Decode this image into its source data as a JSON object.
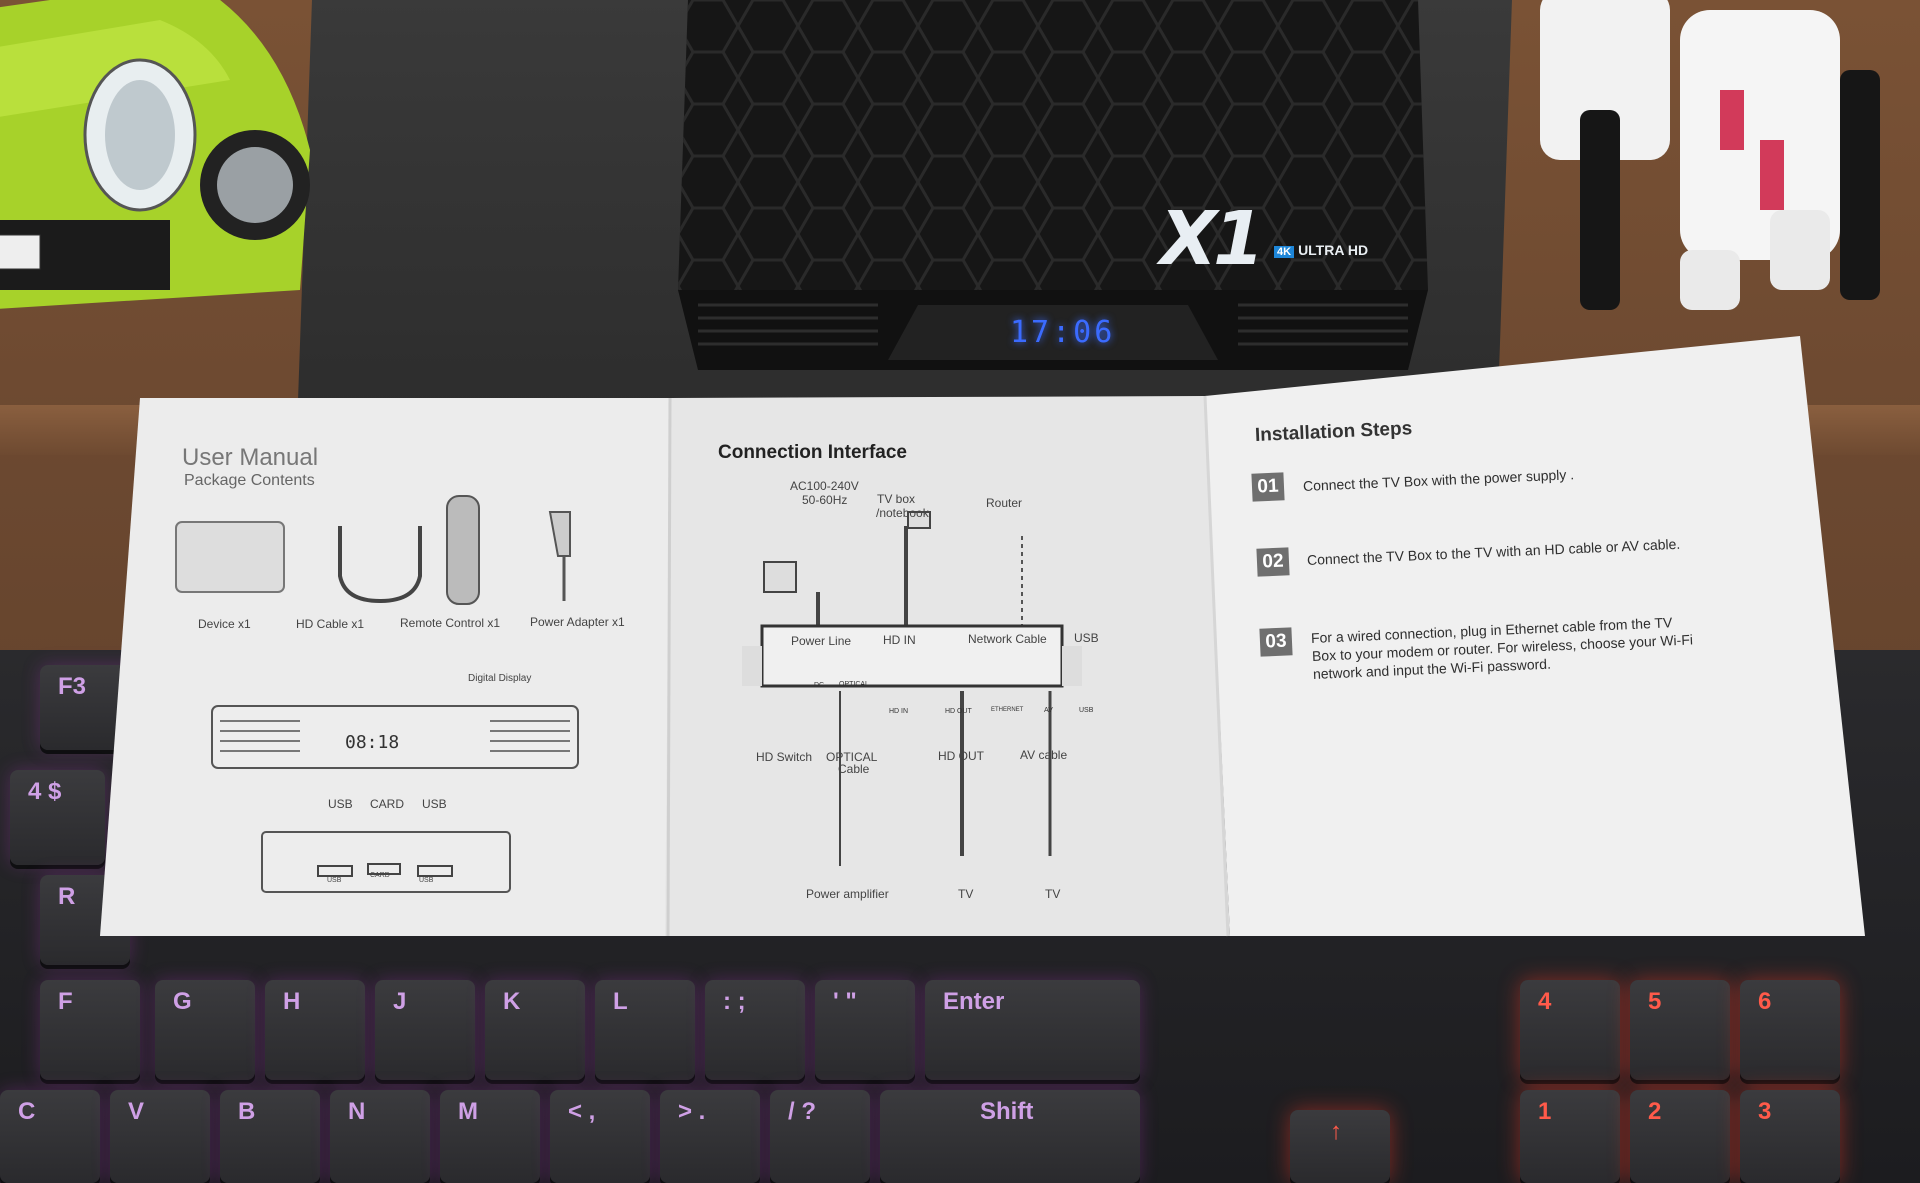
{
  "tv_box": {
    "logo": "X1",
    "badge": "4K",
    "subtitle": "ULTRA HD",
    "display_time": "17:06"
  },
  "manual": {
    "left_page": {
      "title": "User Manual",
      "subtitle": "Package Contents",
      "items": [
        "Device x1",
        "HD Cable x1",
        "Remote Control x1",
        "Power Adapter x1"
      ],
      "display_label": "Digital Display",
      "display_digits": "08:18",
      "ports": [
        "USB",
        "CARD",
        "USB"
      ],
      "port_small": [
        "USB",
        "CARD",
        "USB"
      ]
    },
    "middle_page": {
      "title": "Connection Interface",
      "top_labels": {
        "power": "AC100-240V",
        "power_freq": "50-60Hz",
        "tvbox": "TV box",
        "notebook": "/notebook",
        "router": "Router"
      },
      "upper_labels": [
        "Power Line",
        "HD IN",
        "Network Cable",
        "USB"
      ],
      "panel_ports": [
        "DC",
        "OPTICAL",
        "HD IN",
        "HD OUT",
        "ETHERNET",
        "AV",
        "USB"
      ],
      "lower_labels": {
        "hd_switch": "HD Switch",
        "optical": "OPTICAL",
        "optical_cable": "Cable",
        "hd_out": "HD OUT",
        "av_cable": "AV cable"
      },
      "bottom_labels": [
        "Power amplifier",
        "TV",
        "TV"
      ]
    },
    "right_page": {
      "title": "Installation Steps",
      "steps": [
        {
          "num": "01",
          "lines": [
            "Connect the TV Box with the power supply ."
          ]
        },
        {
          "num": "02",
          "lines": [
            "Connect the TV Box to the TV with an HD cable or AV cable."
          ]
        },
        {
          "num": "03",
          "lines": [
            "For a wired connection, plug in Ethernet cable from the TV",
            "Box to your modem or router. For wireless, choose your Wi-Fi",
            "network and input the Wi-Fi password."
          ]
        }
      ]
    }
  },
  "keyboard": {
    "keys": [
      "F3",
      "4 $",
      "R",
      "F",
      "G",
      "H",
      "J",
      "K",
      "L",
      ": ;",
      "' \"",
      "Enter",
      "C",
      "V",
      "B",
      "N",
      "M",
      "< ,",
      "> .",
      "/ ?",
      "Shift",
      "↑",
      "4",
      "5",
      "6",
      "1",
      "2",
      "3"
    ]
  },
  "colors": {
    "car": "#a8d42a",
    "led": "#3b6bff",
    "key_glow": "#c83cdc",
    "numpad_glow": "#ff3c28"
  }
}
